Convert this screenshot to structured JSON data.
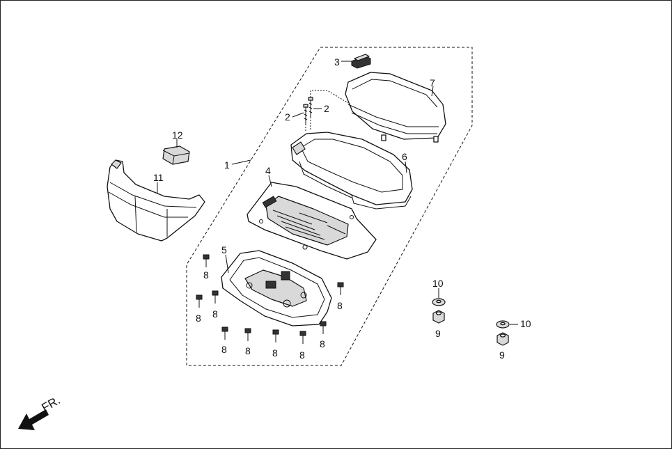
{
  "direction": {
    "label": "FR."
  },
  "callouts": {
    "c1": "1",
    "c2a": "2",
    "c2b": "2",
    "c3": "3",
    "c4": "4",
    "c5": "5",
    "c6": "6",
    "c7": "7",
    "c8a": "8",
    "c8b": "8",
    "c8c": "8",
    "c8d": "8",
    "c8e": "8",
    "c8f": "8",
    "c8g": "8",
    "c8h": "8",
    "c8i": "8",
    "c9a": "9",
    "c9b": "9",
    "c10a": "10",
    "c10b": "10",
    "c11": "11",
    "c12": "12"
  }
}
